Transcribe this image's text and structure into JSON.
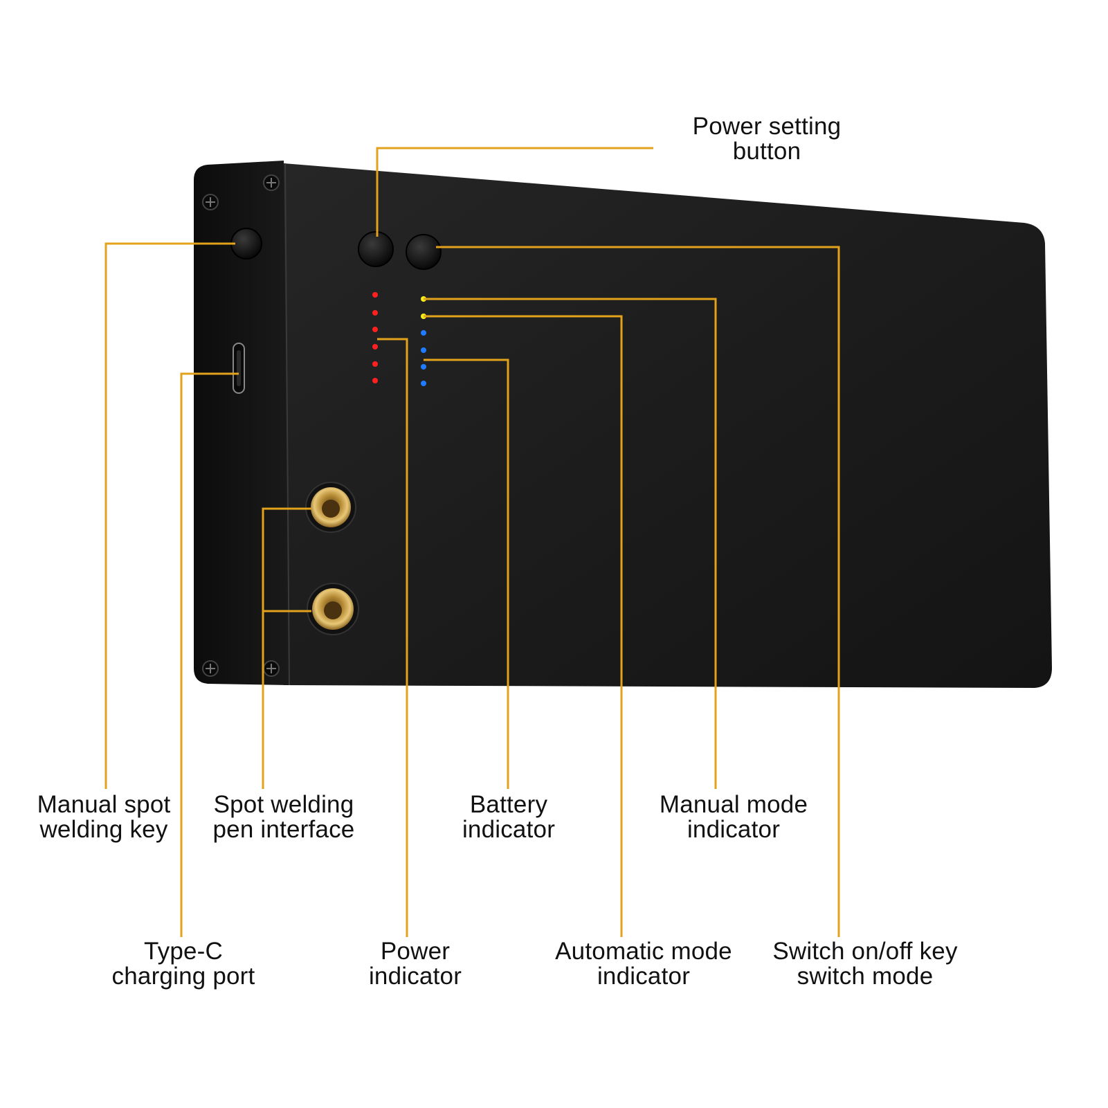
{
  "colors": {
    "background": "#ffffff",
    "callout_line": "#e3a21c",
    "body": "#1b1b1b",
    "side_panel": "#121212",
    "brass": "#c9a24a",
    "led_red": "#ff2020",
    "led_yellow": "#f5ee1a",
    "led_blue": "#1f7bff",
    "text": "#111111"
  },
  "icons": [
    "screw-icon",
    "button-icon",
    "usb-c-port-icon",
    "brass-socket-icon",
    "led-dot-icon"
  ],
  "labels": {
    "power_setting": {
      "line1": "Power setting",
      "line2": "button"
    },
    "manual_spot": {
      "line1": "Manual spot",
      "line2": "welding key"
    },
    "pen_interface": {
      "line1": "Spot welding",
      "line2": "pen interface"
    },
    "battery": {
      "line1": "Battery",
      "line2": "indicator"
    },
    "manual_mode": {
      "line1": "Manual mode",
      "line2": "indicator"
    },
    "type_c": {
      "line1": "Type-C",
      "line2": "charging port"
    },
    "power_indicator": {
      "line1": "Power",
      "line2": "indicator"
    },
    "auto_mode": {
      "line1": "Automatic mode",
      "line2": "indicator"
    },
    "switch_key": {
      "line1": "Switch on/off key",
      "line2": "switch mode"
    }
  }
}
